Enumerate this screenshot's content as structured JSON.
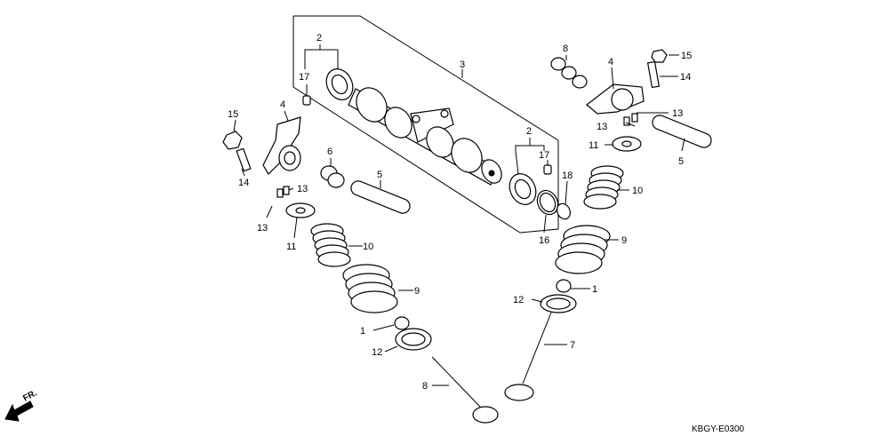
{
  "diagram_code": "KBGY-E0300",
  "direction_label": "FR.",
  "callouts": {
    "c1a": "1",
    "c1b": "1",
    "c2a": "2",
    "c2b": "2",
    "c3": "3",
    "c4a": "4",
    "c4b": "4",
    "c5a": "5",
    "c5b": "5",
    "c6": "6",
    "c7": "7",
    "c8a": "8",
    "c8b": "8",
    "c9a": "9",
    "c9b": "9",
    "c10a": "10",
    "c10b": "10",
    "c11a": "11",
    "c11b": "11",
    "c12a": "12",
    "c12b": "12",
    "c13a": "13",
    "c13b": "13",
    "c13c": "13",
    "c13d": "13",
    "c14a": "14",
    "c14b": "14",
    "c15a": "15",
    "c15b": "15",
    "c16": "16",
    "c17a": "17",
    "c17b": "17",
    "c18": "18"
  }
}
